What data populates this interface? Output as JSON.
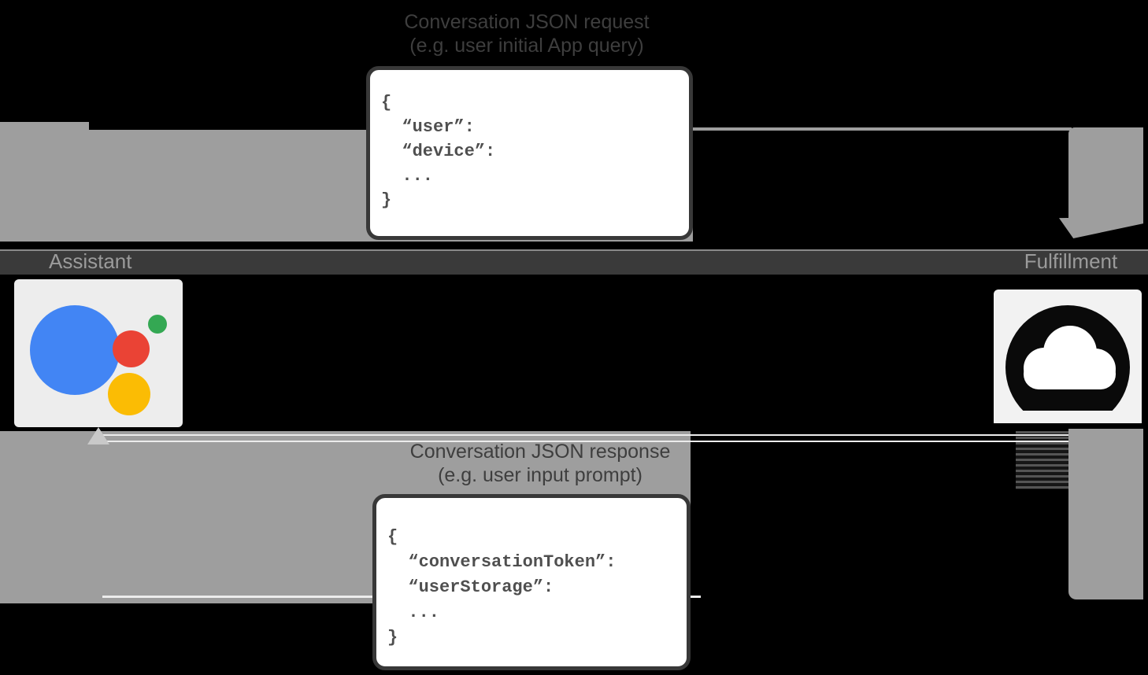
{
  "diagram": {
    "type": "architecture-flow",
    "top_flow": {
      "direction": "assistant-to-fulfillment",
      "label_line1": "Conversation JSON request",
      "label_line2": "(e.g. user initial App query)",
      "code": "{\n  “user”:\n  “device”:\n  ...\n}"
    },
    "bottom_flow": {
      "direction": "fulfillment-to-assistant",
      "label_line1": "Conversation JSON response",
      "label_line2": "(e.g. user input prompt)",
      "code": "{\n  “conversationToken”:\n  “userStorage”:\n  ...\n}"
    },
    "entities": {
      "assistant": {
        "label": "Assistant",
        "icon": "google-assistant-logo"
      },
      "fulfillment": {
        "label": "Fulfillment",
        "icon": "cloud-icon"
      }
    },
    "colors": {
      "background": "#000000",
      "arrow_band": "#9e9e9e",
      "entity_band": "#3a3a3a",
      "entity_band_topline": "#8a8a8a",
      "flow_label_text": "#3e3e3e",
      "entity_label_text": "#9b9b9b",
      "code_text": "#4f4f4f",
      "code_box_border": "#383838",
      "assistant_blue": "#4285f4",
      "assistant_red": "#ea4335",
      "assistant_yellow": "#fbbc04",
      "assistant_green": "#34a853",
      "cloud_black": "#0a0a0a"
    }
  }
}
